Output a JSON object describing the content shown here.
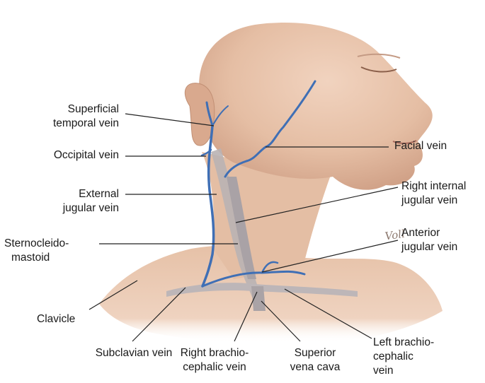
{
  "labels": {
    "superficial_temporal": [
      "Superficial",
      "temporal vein"
    ],
    "occipital": "Occipital vein",
    "external_jugular": [
      "External",
      "jugular vein"
    ],
    "sternocleidomastoid": [
      "Sternocleido-",
      "mastoid"
    ],
    "clavicle": "Clavicle",
    "subclavian": "Subclavian vein",
    "right_brachiocephalic": [
      "Right brachio-",
      "cephalic vein"
    ],
    "superior_vena_cava": [
      "Superior",
      "vena cava"
    ],
    "left_brachiocephalic": [
      "Left brachio-",
      "cephalic",
      "vein"
    ],
    "facial": "Facial vein",
    "right_internal_jugular": [
      "Right internal",
      "jugular vein"
    ],
    "anterior_jugular": [
      "Anterior",
      "jugular vein"
    ]
  },
  "signature": "Voll",
  "colors": {
    "skin": "#e8c4ab",
    "skin_shadow": "#c99a80",
    "vein": "#3f6fb5",
    "muscle": "#b9b2b4",
    "leader": "#222222"
  }
}
